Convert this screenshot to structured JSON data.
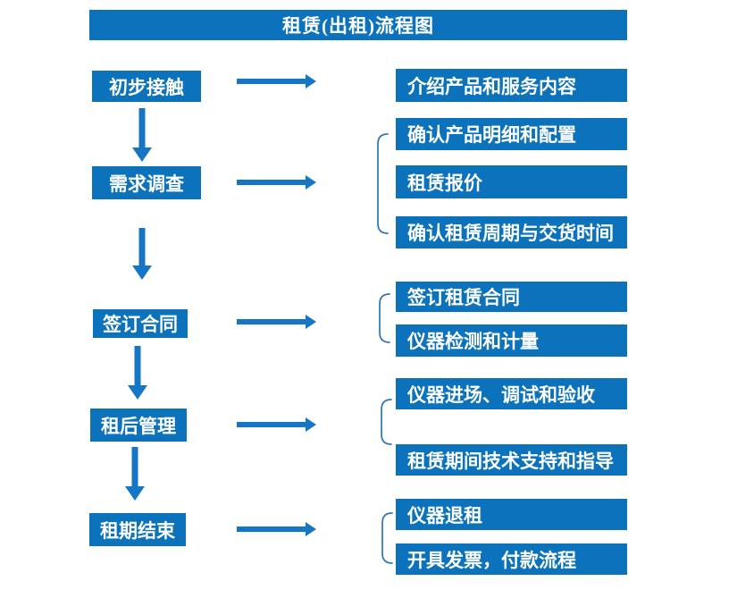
{
  "title": "租赁(出租)流程图",
  "colors": {
    "box": "#0C72BB",
    "arrow": "#1576C6",
    "bracket": "#2E75B6",
    "text": "#FFFFFF",
    "bg": "#FFFFFF"
  },
  "flow": {
    "rows": [
      {
        "step": "初步接触",
        "outputs": [
          "介绍产品和服务内容"
        ]
      },
      {
        "step": "需求调查",
        "outputs": [
          "确认产品明细和配置",
          "租赁报价",
          "确认租赁周期与交货时间"
        ]
      },
      {
        "step": "签订合同",
        "outputs": [
          "签订租赁合同",
          "仪器检测和计量"
        ]
      },
      {
        "step": "租后管理",
        "outputs": [
          "仪器进场、调试和验收",
          "租赁期间技术支持和指导"
        ]
      },
      {
        "step": "租期结束",
        "outputs": [
          "仪器退租",
          "开具发票，付款流程"
        ]
      }
    ]
  }
}
